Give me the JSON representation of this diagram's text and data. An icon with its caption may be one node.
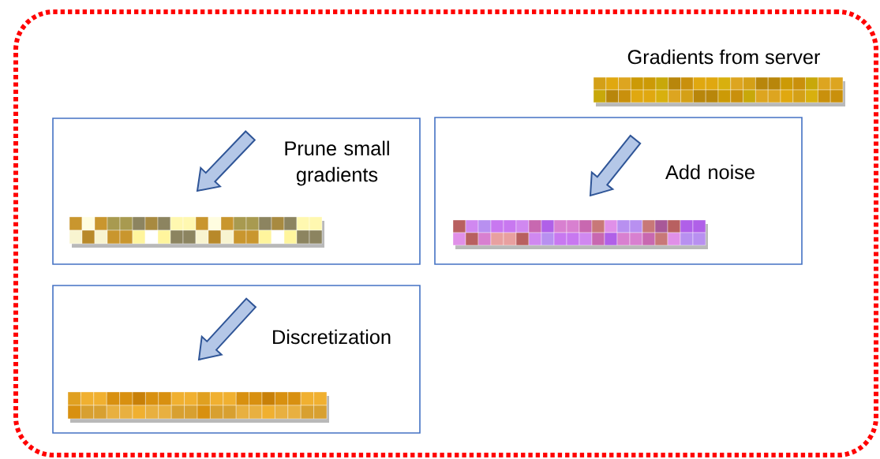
{
  "diagram": {
    "nodes": [
      {
        "text": [],
        "shape": "box"
      },
      {
        "text": [
          "Prune small gradients"
        ],
        "in": 0
      },
      {
        "text": [
          "Add noise"
        ],
        "in": 0
      },
      {
        "text": [
          "Discretization"
        ],
        "in": 0
      }
    ],
    "labels": [
      "Gradients from server"
    ]
  }
}
